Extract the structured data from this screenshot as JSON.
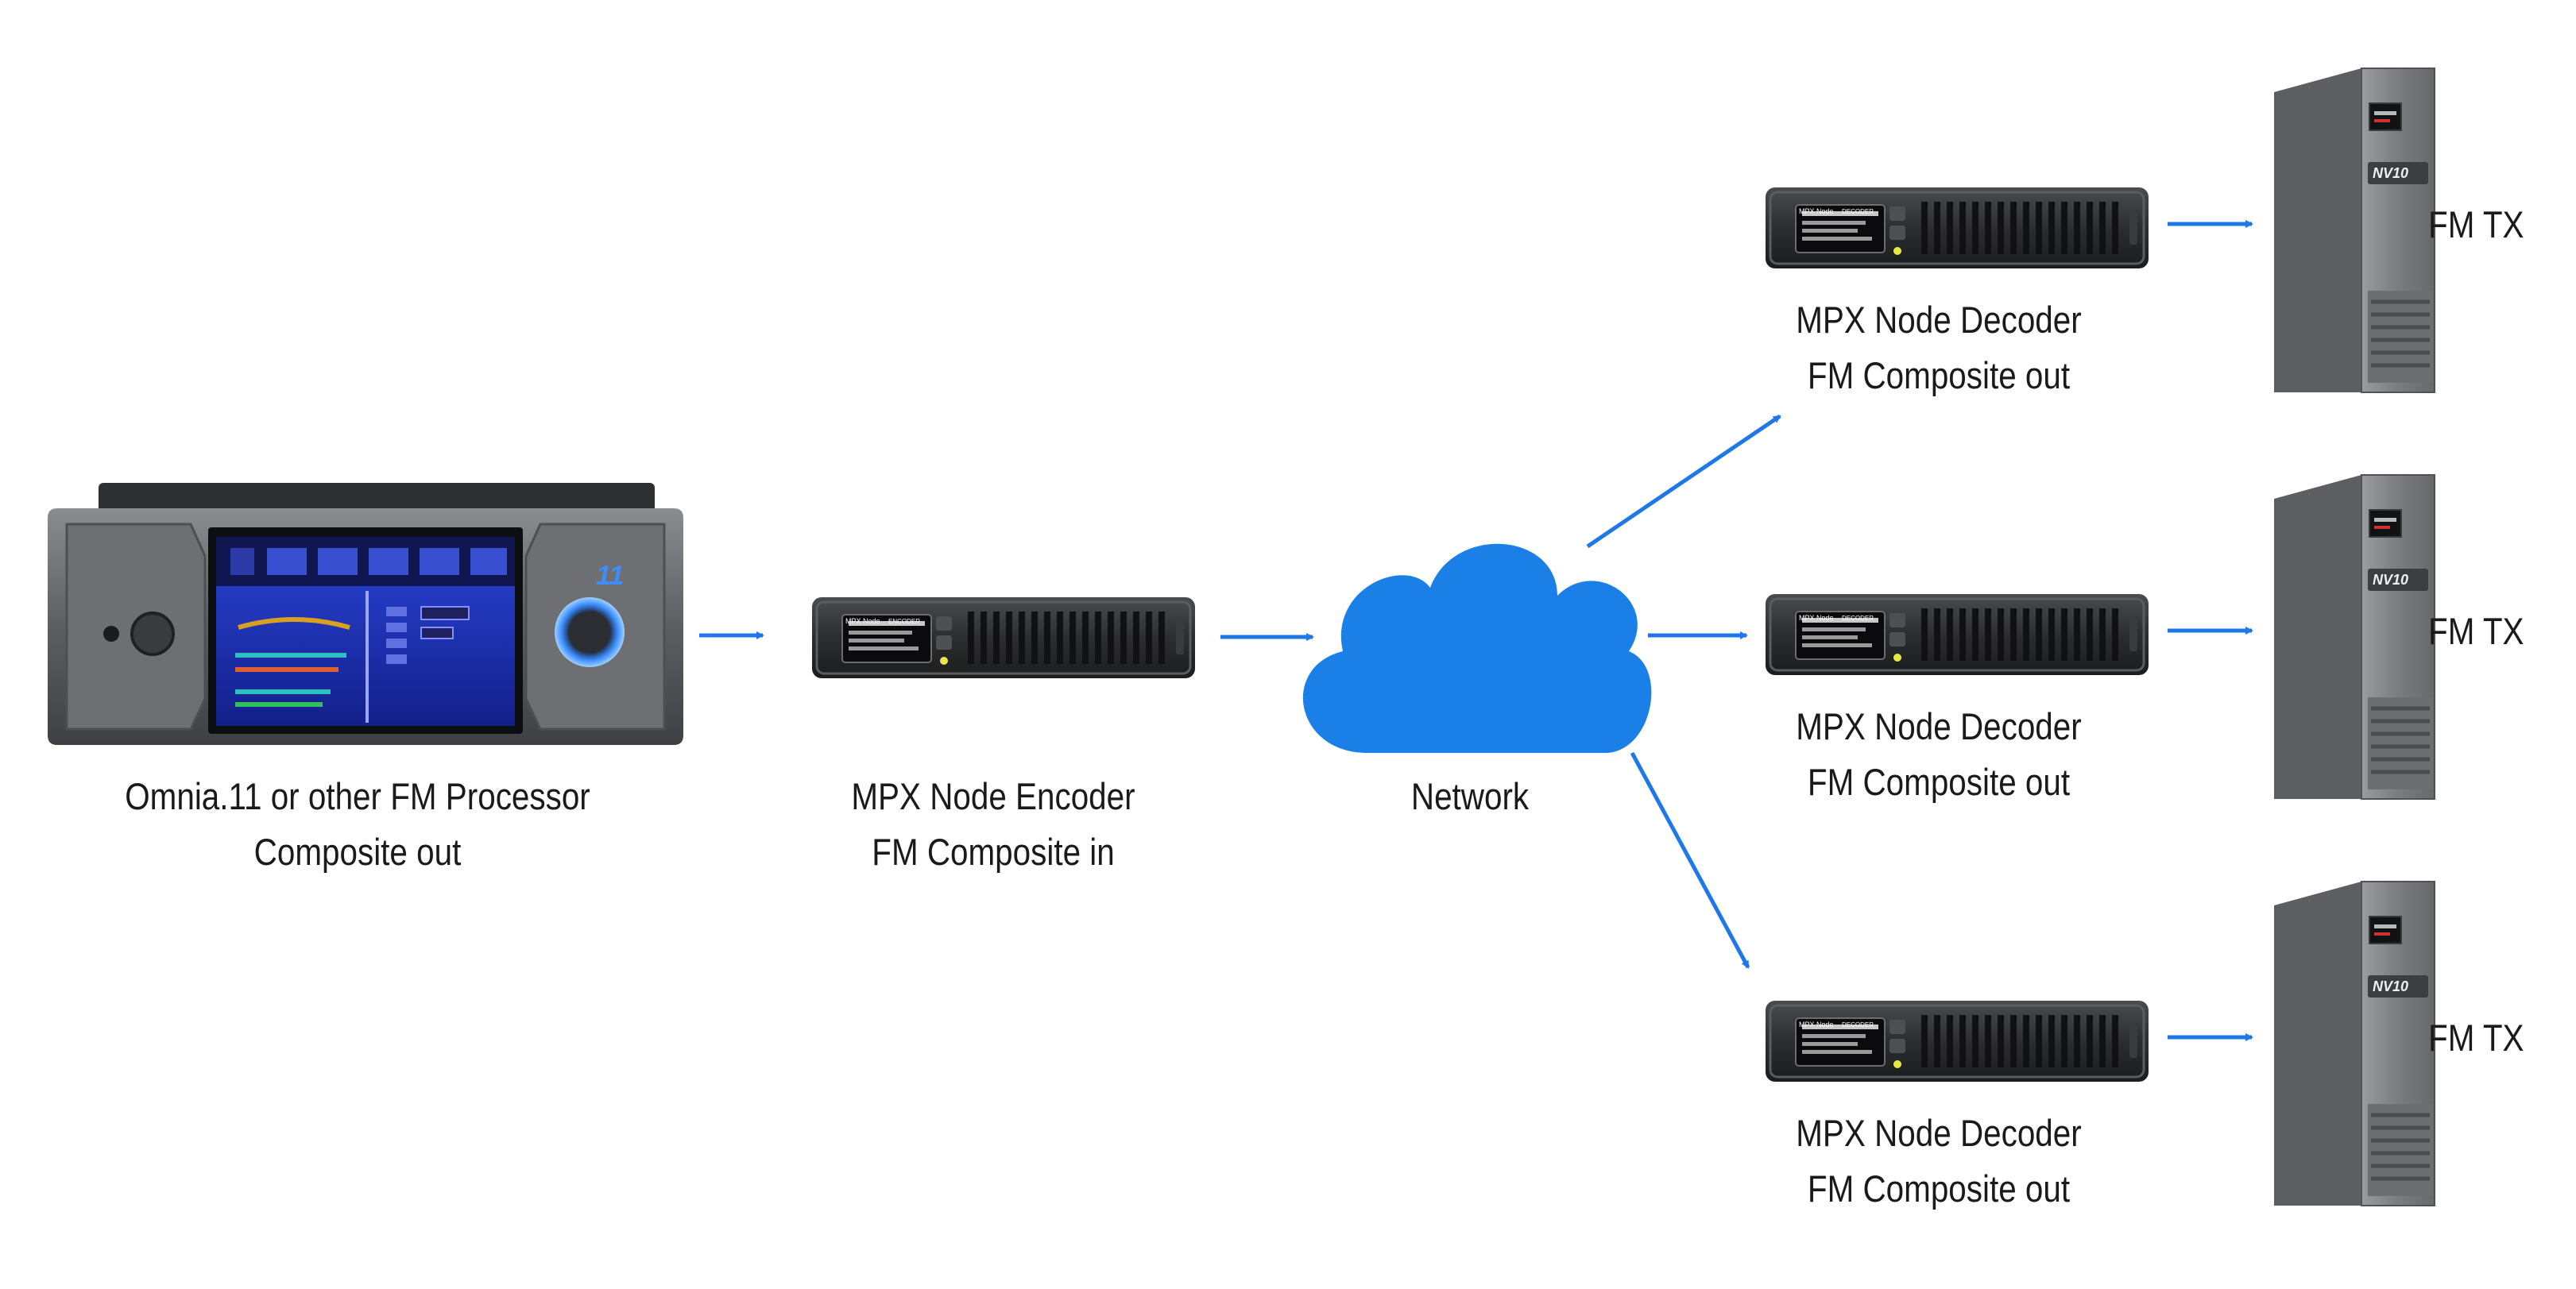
{
  "processor": {
    "line1": "Omnia.11 or other FM Processor",
    "line2": "Composite out",
    "badge": "11"
  },
  "encoder": {
    "line1": "MPX Node Encoder",
    "line2": "FM Composite in",
    "panel_title": "MPX Node",
    "panel_mode": "ENCODER"
  },
  "network": {
    "label": "Network"
  },
  "decoders": [
    {
      "line1": "MPX Node Decoder",
      "line2": "FM Composite out",
      "panel_title": "MPX Node",
      "panel_mode": "DECODER"
    },
    {
      "line1": "MPX Node Decoder",
      "line2": "FM Composite out",
      "panel_title": "MPX Node",
      "panel_mode": "DECODER"
    },
    {
      "line1": "MPX Node Decoder",
      "line2": "FM Composite out",
      "panel_title": "MPX Node",
      "panel_mode": "DECODER"
    }
  ],
  "transmitters": [
    {
      "label": "FM TX",
      "badge": "NV10"
    },
    {
      "label": "FM TX",
      "badge": "NV10"
    },
    {
      "label": "FM TX",
      "badge": "NV10"
    }
  ],
  "colors": {
    "arrow": "#1f78e8",
    "cloud": "#1a7fe6",
    "device_body": "#5f6166",
    "device_dark": "#2a2b2e",
    "screen_blue": "#1c2fa8",
    "tx_cabinet": "#7b7d80"
  }
}
